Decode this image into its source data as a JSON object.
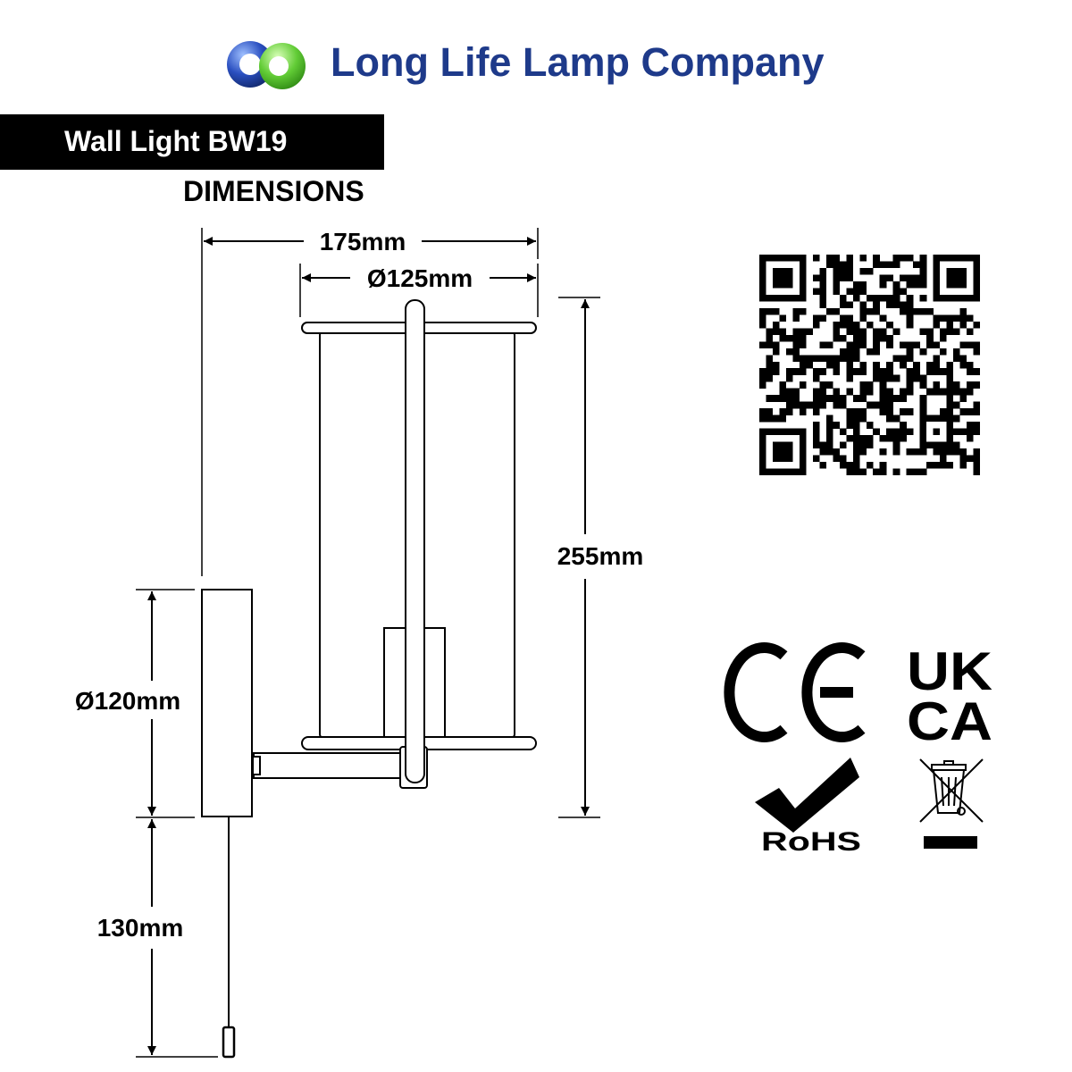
{
  "header": {
    "company_name": "Long Life Lamp Company",
    "logo_icon": "two-ring-logo-icon"
  },
  "product": {
    "title": "Wall Light BW19",
    "section_heading": "DIMENSIONS"
  },
  "dimensions": {
    "overall_width": "175mm",
    "shade_diameter": "Ø125mm",
    "height": "255mm",
    "backplate_diameter": "Ø120mm",
    "pull_cord_length": "130mm"
  },
  "certifications": {
    "ce_mark": "CE",
    "ukca_line1": "UK",
    "ukca_line2": "CA",
    "rohs_label": "RoHS",
    "weee_icon": "crossed-out-wheelie-bin-icon"
  },
  "qr": {
    "icon": "qr-code-icon"
  },
  "colors": {
    "brand_blue": "#1e3a8a",
    "brand_green": "#5cc93a",
    "title_bar": "#000000",
    "line": "#000000"
  }
}
